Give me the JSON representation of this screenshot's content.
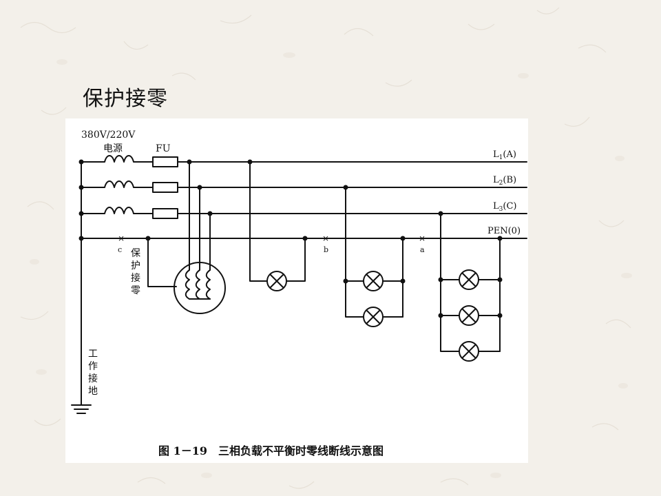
{
  "slide": {
    "title": "保护接零"
  },
  "figure": {
    "voltage_label": "380V/220V",
    "source_label": "电源",
    "fuse_label": "FU",
    "lines": [
      {
        "id": "L1",
        "letter": "L",
        "sub": "1",
        "phase": "(A)"
      },
      {
        "id": "L2",
        "letter": "L",
        "sub": "2",
        "phase": "(B)"
      },
      {
        "id": "L3",
        "letter": "L",
        "sub": "3",
        "phase": "(C)"
      }
    ],
    "pen_label": "PEN(0)",
    "break_points": [
      {
        "x_mark": "×",
        "letter": "c"
      },
      {
        "x_mark": "×",
        "letter": "b"
      },
      {
        "x_mark": "×",
        "letter": "a"
      }
    ],
    "protection_label": [
      "保",
      "护",
      "接",
      "零"
    ],
    "working_ground_label": [
      "工",
      "作",
      "接",
      "地"
    ],
    "caption": "图 1－19　三相负载不平衡时零线断线示意图"
  },
  "colors": {
    "background": "#f3f0ea",
    "ink": "#111111",
    "panel": "#ffffff"
  }
}
